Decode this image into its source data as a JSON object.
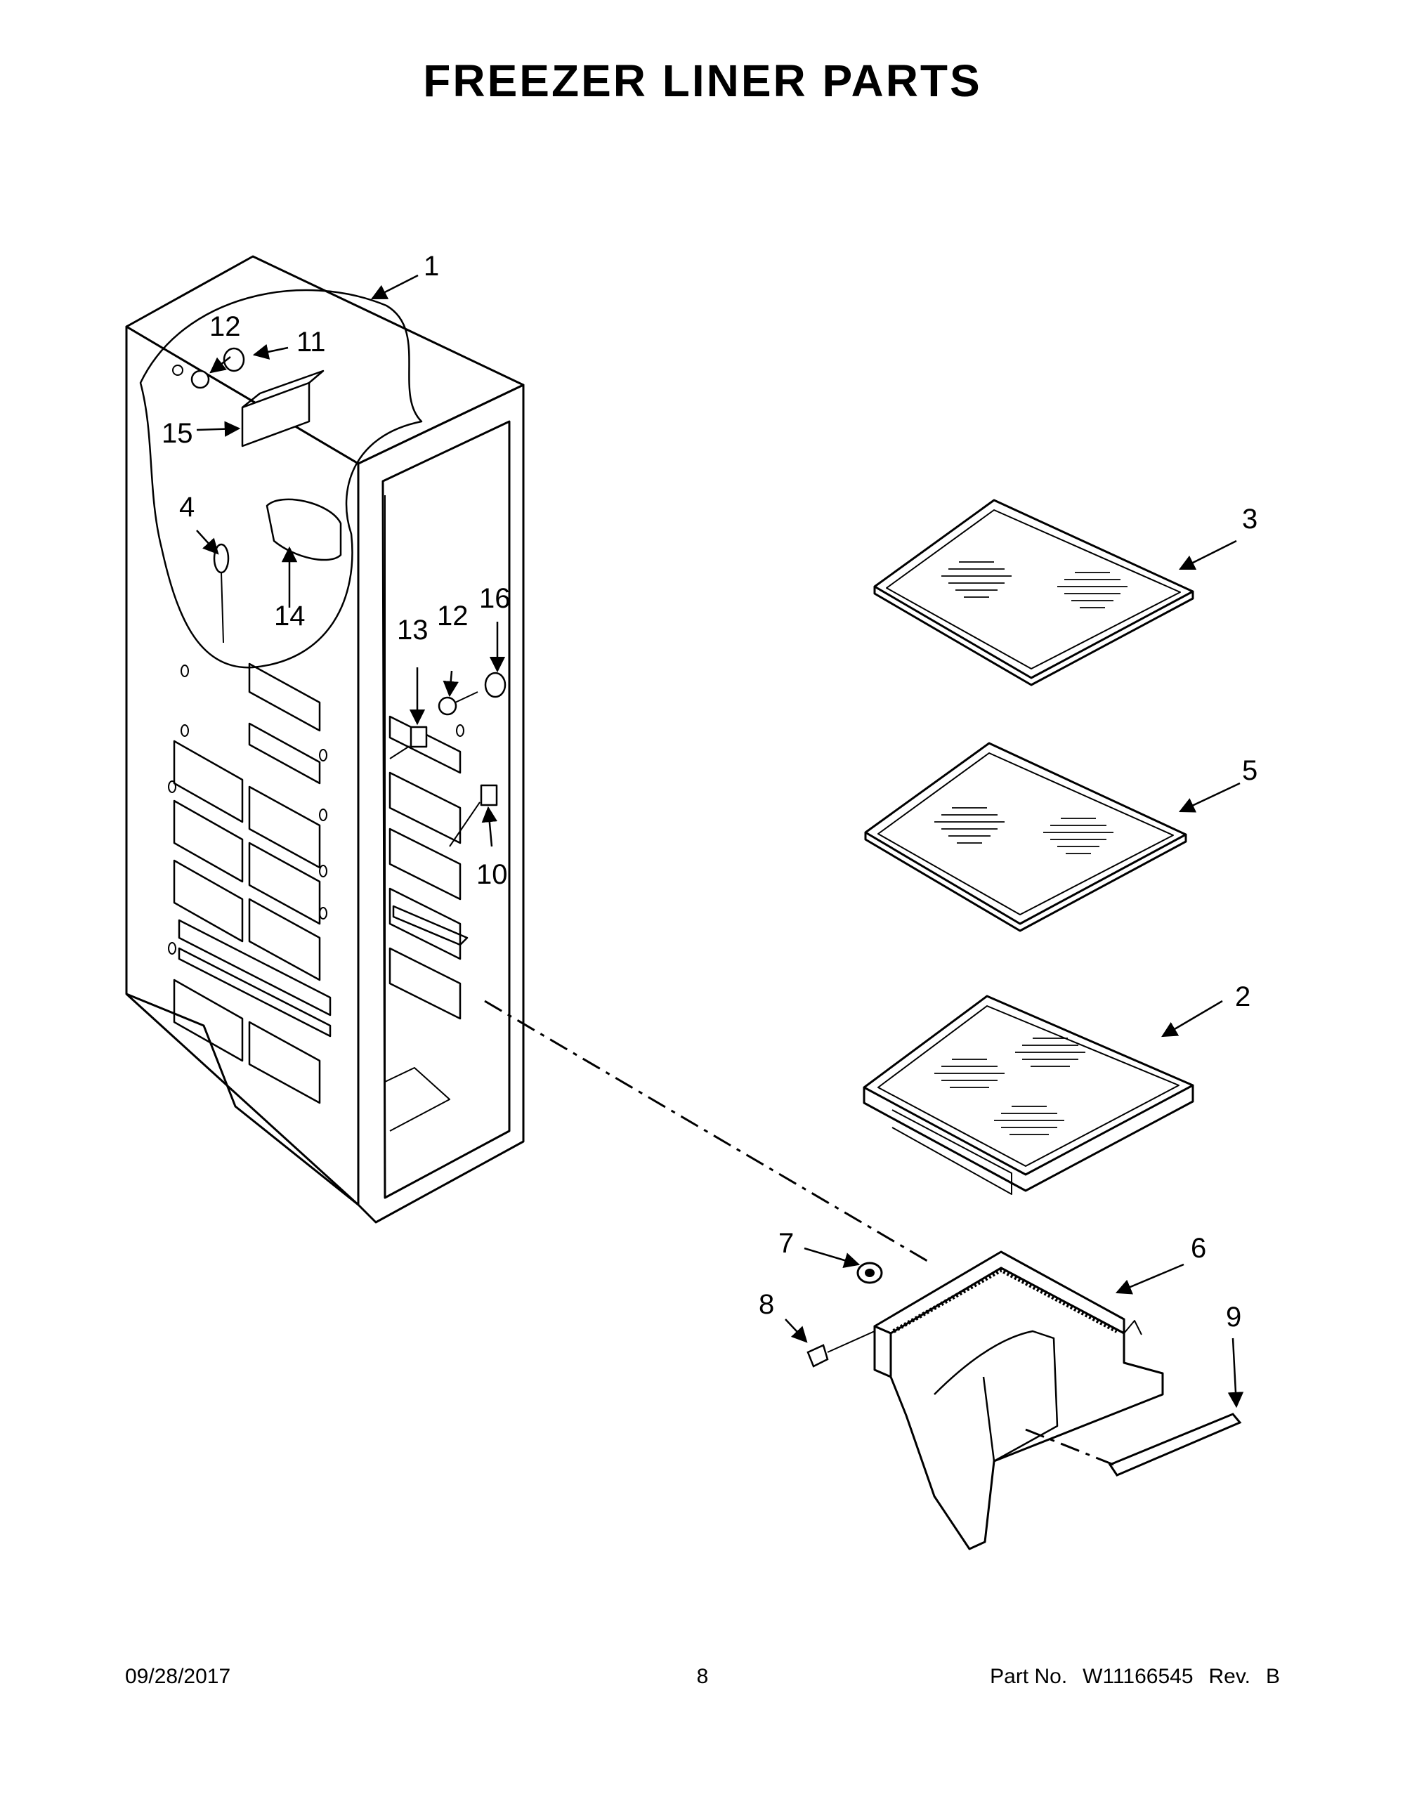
{
  "page": {
    "title": "FREEZER LINER PARTS"
  },
  "callouts": [
    "1",
    "2",
    "3",
    "4",
    "5",
    "6",
    "7",
    "8",
    "9",
    "10",
    "11",
    "12",
    "12",
    "13",
    "14",
    "15",
    "16"
  ],
  "footer": {
    "date": "09/28/2017",
    "page_number": "8",
    "part_no_label": "Part No.",
    "part_no": "W11166545",
    "rev_label": "Rev.",
    "rev": "B"
  }
}
